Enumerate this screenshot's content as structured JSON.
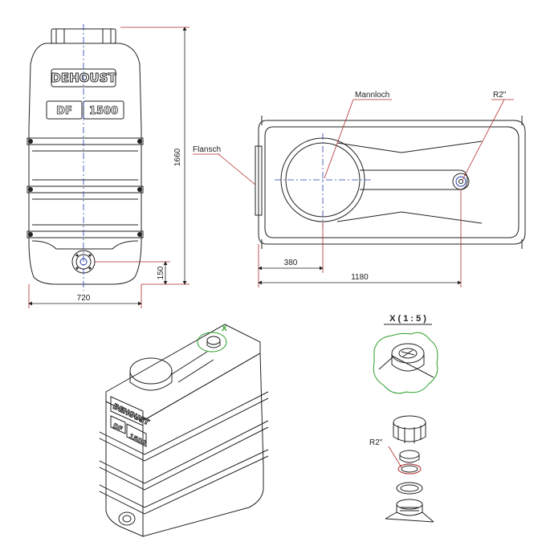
{
  "brand": {
    "name": "DEHOUST",
    "model_prefix": "DF",
    "model_number": "1500"
  },
  "front_view": {
    "height_dim": "1660",
    "width_dim": "720",
    "outlet_height_dim": "150",
    "flange_label": "Flansch"
  },
  "top_view": {
    "manhole_label": "Mannloch",
    "thread_label": "R2\"",
    "manhole_offset_dim": "380",
    "length_dim": "1180"
  },
  "detail": {
    "title": "X ( 1 : 5 )",
    "marker": "X",
    "thread_label": "R2\""
  },
  "colors": {
    "line": "#222222",
    "dimension": "#b02a2a",
    "centerline": "#2a3fb0",
    "detail": "#2a9d2a"
  }
}
